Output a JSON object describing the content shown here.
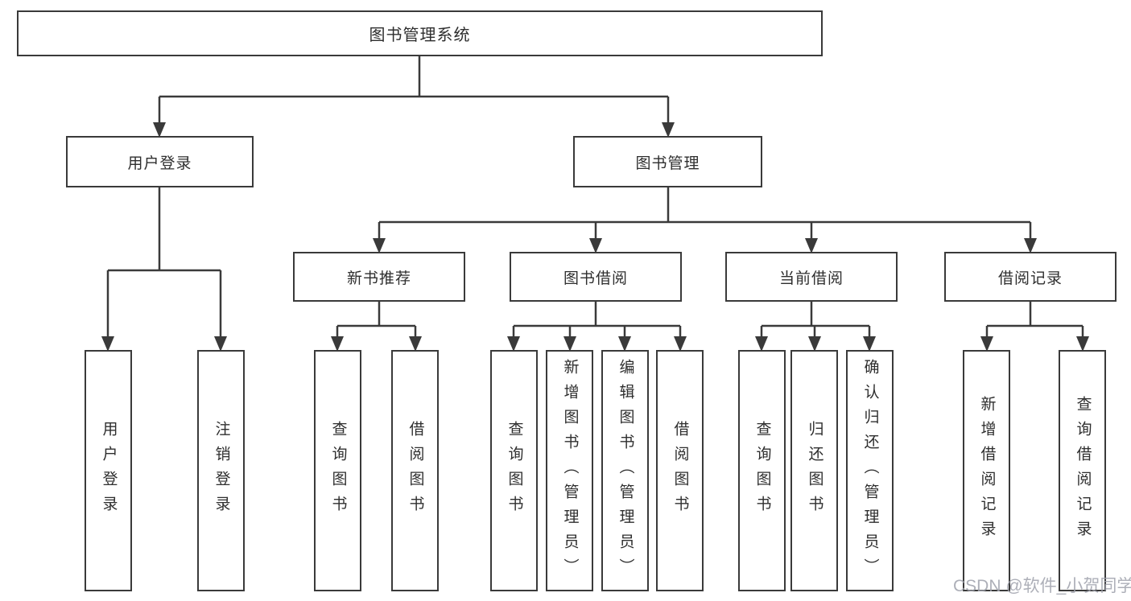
{
  "diagram": {
    "nodes": {
      "root": "图书管理系统",
      "user_login": "用户登录",
      "book_mgmt": "图书管理",
      "new_books": "新书推荐",
      "book_borrow": "图书借阅",
      "current_borrow": "当前借阅",
      "borrow_records": "借阅记录"
    },
    "leaves": {
      "user_login": [
        "用户登录",
        "注销登录"
      ],
      "new_books": [
        "查询图书",
        "借阅图书"
      ],
      "book_borrow": [
        "查询图书",
        "新增图书（管理员）",
        "编辑图书（管理员）",
        "借阅图书"
      ],
      "current_borrow": [
        "查询图书",
        "归还图书",
        "确认归还（管理员）"
      ],
      "borrow_records": [
        "新增借阅记录",
        "查询借阅记录"
      ]
    },
    "watermark": "CSDN @软件_小贺同学",
    "colors": {
      "line": "#3a3a3a",
      "text": "#2e2e2e",
      "watermark": "#9fa2ac",
      "background": "#ffffff"
    }
  }
}
